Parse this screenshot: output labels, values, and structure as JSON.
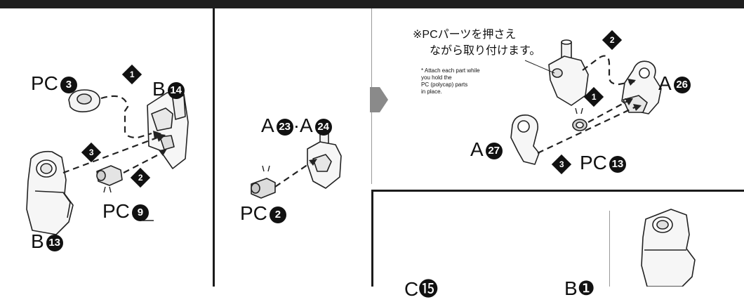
{
  "panel_left": {
    "labels": {
      "pc3": {
        "text": "PC",
        "num": "3"
      },
      "b14": {
        "text": "B",
        "num": "14"
      },
      "pc9": {
        "text": "PC",
        "num": "9"
      },
      "b13": {
        "text": "B",
        "num": "13"
      }
    },
    "steps": [
      "1",
      "3",
      "2"
    ]
  },
  "panel_mid": {
    "labels": {
      "a23_a24": {
        "text": "A",
        "num1": "23",
        "sep": "·A",
        "num2": "24"
      },
      "pc2": {
        "text": "PC",
        "num": "2"
      }
    }
  },
  "panel_right": {
    "note_jp": [
      "※PCパーツを押さえ",
      "ながら取り付けます。"
    ],
    "note_en": [
      "* Attach each part while",
      "you hold the",
      "PC (polycap) parts",
      "in place."
    ],
    "labels": {
      "a26": {
        "text": "A",
        "num": "26"
      },
      "a27": {
        "text": "A",
        "num": "27"
      },
      "pc13": {
        "text": "PC",
        "num": "13"
      }
    },
    "steps": [
      "2",
      "1",
      "3"
    ]
  },
  "panel_bottom_right": {
    "partial_labels": [
      "C⓯",
      "B❶"
    ]
  }
}
